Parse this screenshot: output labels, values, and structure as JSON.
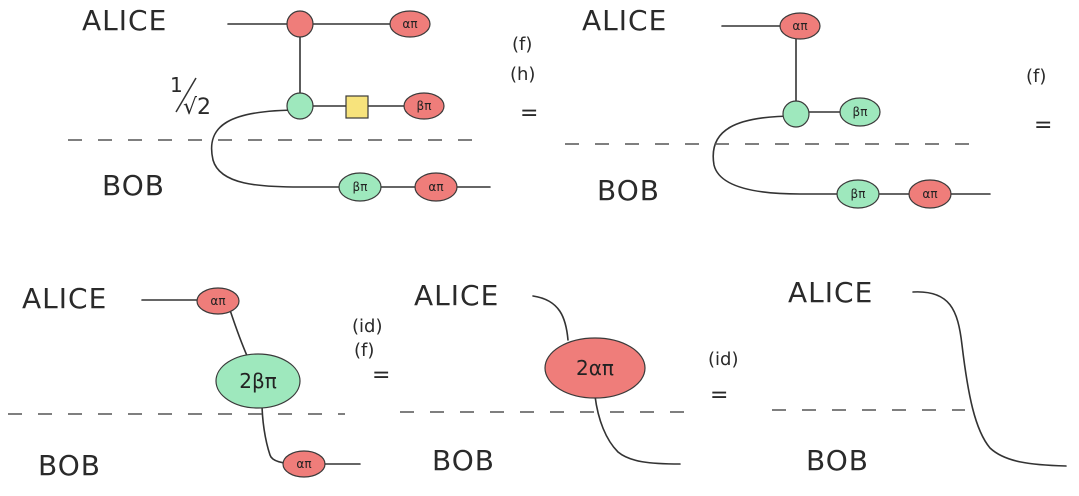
{
  "labels": {
    "alice": "ALICE",
    "bob": "BOB",
    "frac_num": "1",
    "frac_den": "√2"
  },
  "spider_labels": {
    "alpha_pi": "απ",
    "beta_pi": "βπ",
    "two_beta_pi": "2βπ",
    "two_alpha_pi": "2απ"
  },
  "rules": {
    "step1": [
      "(f)",
      "(h)"
    ],
    "step2": [
      "(f)"
    ],
    "step3": [
      "(id)",
      "(f)"
    ],
    "step4": [
      "(id)"
    ]
  },
  "equals": "="
}
